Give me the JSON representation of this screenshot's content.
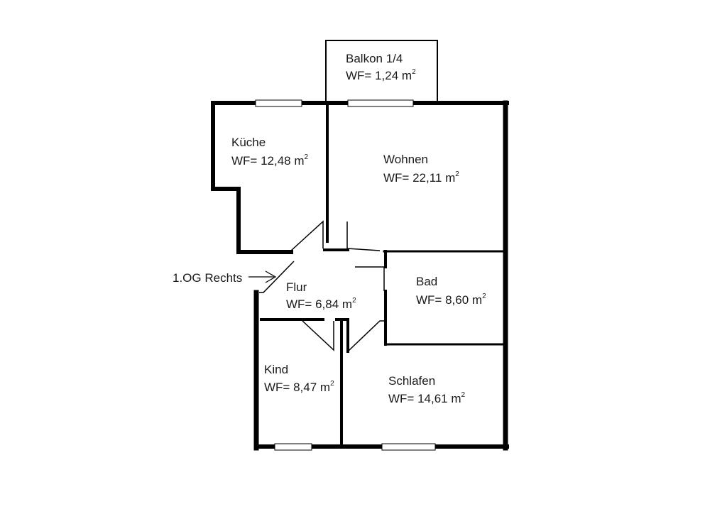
{
  "rooms": {
    "balkon": {
      "name": "Balkon 1/4",
      "area": "WF= 1,24 m",
      "sup": "2"
    },
    "kueche": {
      "name": "Küche",
      "area": "WF= 12,48 m",
      "sup": "2"
    },
    "wohnen": {
      "name": "Wohnen",
      "area": "WF= 22,11 m",
      "sup": "2"
    },
    "flur": {
      "name": "Flur",
      "area": "WF= 6,84 m",
      "sup": "2"
    },
    "bad": {
      "name": "Bad",
      "area": "WF= 8,60 m",
      "sup": "2"
    },
    "kind": {
      "name": "Kind",
      "area": "WF= 8,47 m",
      "sup": "2"
    },
    "schlafen": {
      "name": "Schlafen",
      "area": "WF= 14,61 m",
      "sup": "2"
    }
  },
  "entrance": {
    "label": "1.OG Rechts"
  },
  "colors": {
    "wall": "#000000",
    "background": "#ffffff"
  }
}
